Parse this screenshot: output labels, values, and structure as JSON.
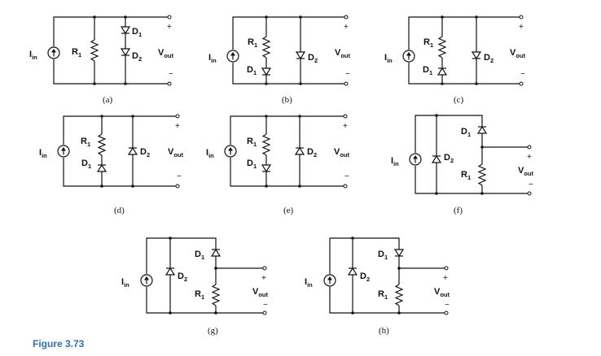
{
  "figure": {
    "caption": "Figure 3.73"
  },
  "labels": {
    "current": "I",
    "current_sub": "in",
    "resistor": "R",
    "resistor_sub": "1",
    "diode1": "D",
    "diode1_sub": "1",
    "diode2": "D",
    "diode2_sub": "2",
    "vout": "V",
    "vout_sub": "out",
    "plus": "+",
    "minus": "−"
  },
  "circuits": [
    {
      "id": "a",
      "caption": "(a)"
    },
    {
      "id": "b",
      "caption": "(b)"
    },
    {
      "id": "c",
      "caption": "(c)"
    },
    {
      "id": "d",
      "caption": "(d)"
    },
    {
      "id": "e",
      "caption": "(e)"
    },
    {
      "id": "f",
      "caption": "(f)"
    },
    {
      "id": "g",
      "caption": "(g)"
    },
    {
      "id": "h",
      "caption": "(h)"
    }
  ]
}
